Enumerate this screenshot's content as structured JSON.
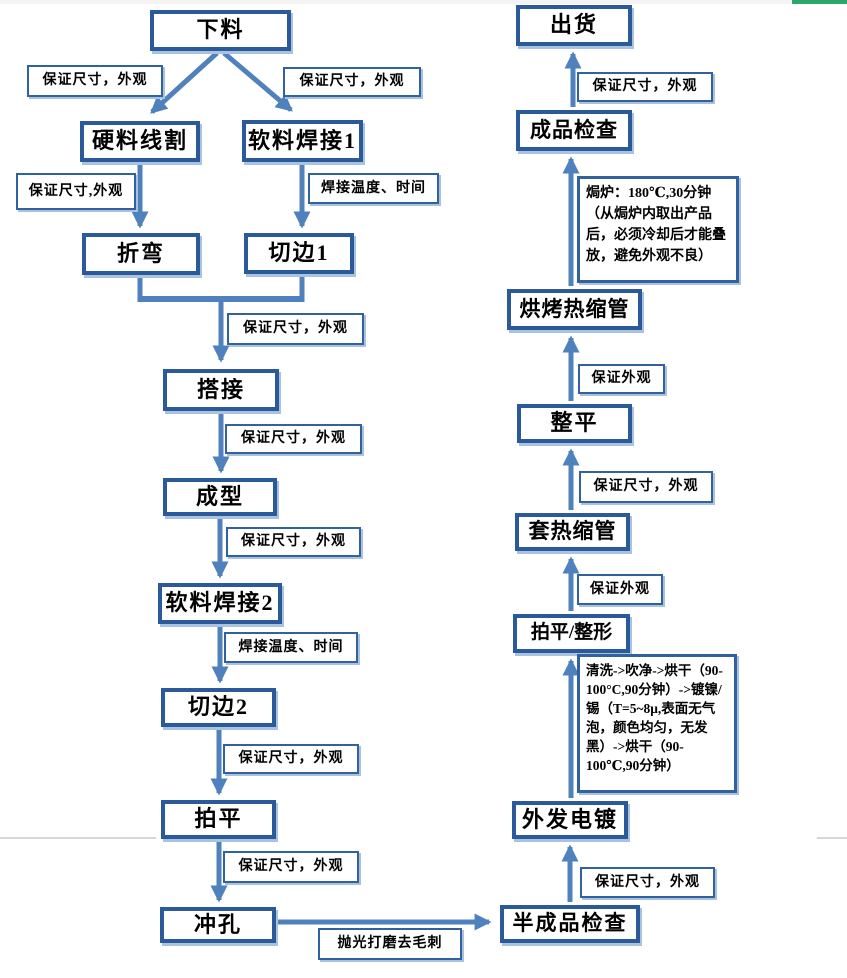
{
  "colors": {
    "node_border": "#2A5A99",
    "label_border": "#31619F",
    "arrow": "#4F81BD",
    "shadow": "#A9C2E0",
    "green_bar": "#2BA76B",
    "text": "#000000"
  },
  "nodes": {
    "xialiao": "下料",
    "yingliao_xiange": "硬料线割",
    "ruanliao_hanjie1": "软料焊接1",
    "zhewan": "折弯",
    "qiebian1": "切边1",
    "dajie": "搭接",
    "chengxing": "成型",
    "ruanliao_hanjie2": "软料焊接2",
    "qiebian2": "切边2",
    "paiping": "拍平",
    "chongkong": "冲孔",
    "banchengpin_jiancha": "半成品检查",
    "waifa_diandu": "外发电镀",
    "paiping_zhengxing": "拍平/整形",
    "tao_resuoguan": "套热缩管",
    "zhengping": "整平",
    "hongkao_resuoguan": "烘烤热缩管",
    "chengpin_jiancha": "成品检查",
    "chuhuo": "出货"
  },
  "labels": {
    "l1": "保证尺寸，外观",
    "l2": "保证尺寸，外观",
    "l3": "保证尺寸,外观",
    "l4": "焊接温度、时间",
    "l5": "保证尺寸，外观",
    "l6": "保证尺寸，外观",
    "l7": "保证尺寸，外观",
    "l8": "焊接温度、时间",
    "l9": "保证尺寸，外观",
    "l10": "保证尺寸，外观",
    "l11": "抛光打磨去毛刺",
    "l12": "保证尺寸，外观",
    "l13": "清洗->吹净->烘干（90-100°C,90分钟）->镀镍/锡（T=5~8μ,表面无气泡，颜色均匀，无发黑）->烘干（90-100℃,90分钟）",
    "l14": "保证外观",
    "l15": "保证尺寸，外观",
    "l16": "保证外观",
    "l17": "焗炉：180℃,30分钟（从焗炉内取出产品后，必须冷却后才能叠放，避免外观不良）",
    "l18": "保证尺寸，外观"
  }
}
